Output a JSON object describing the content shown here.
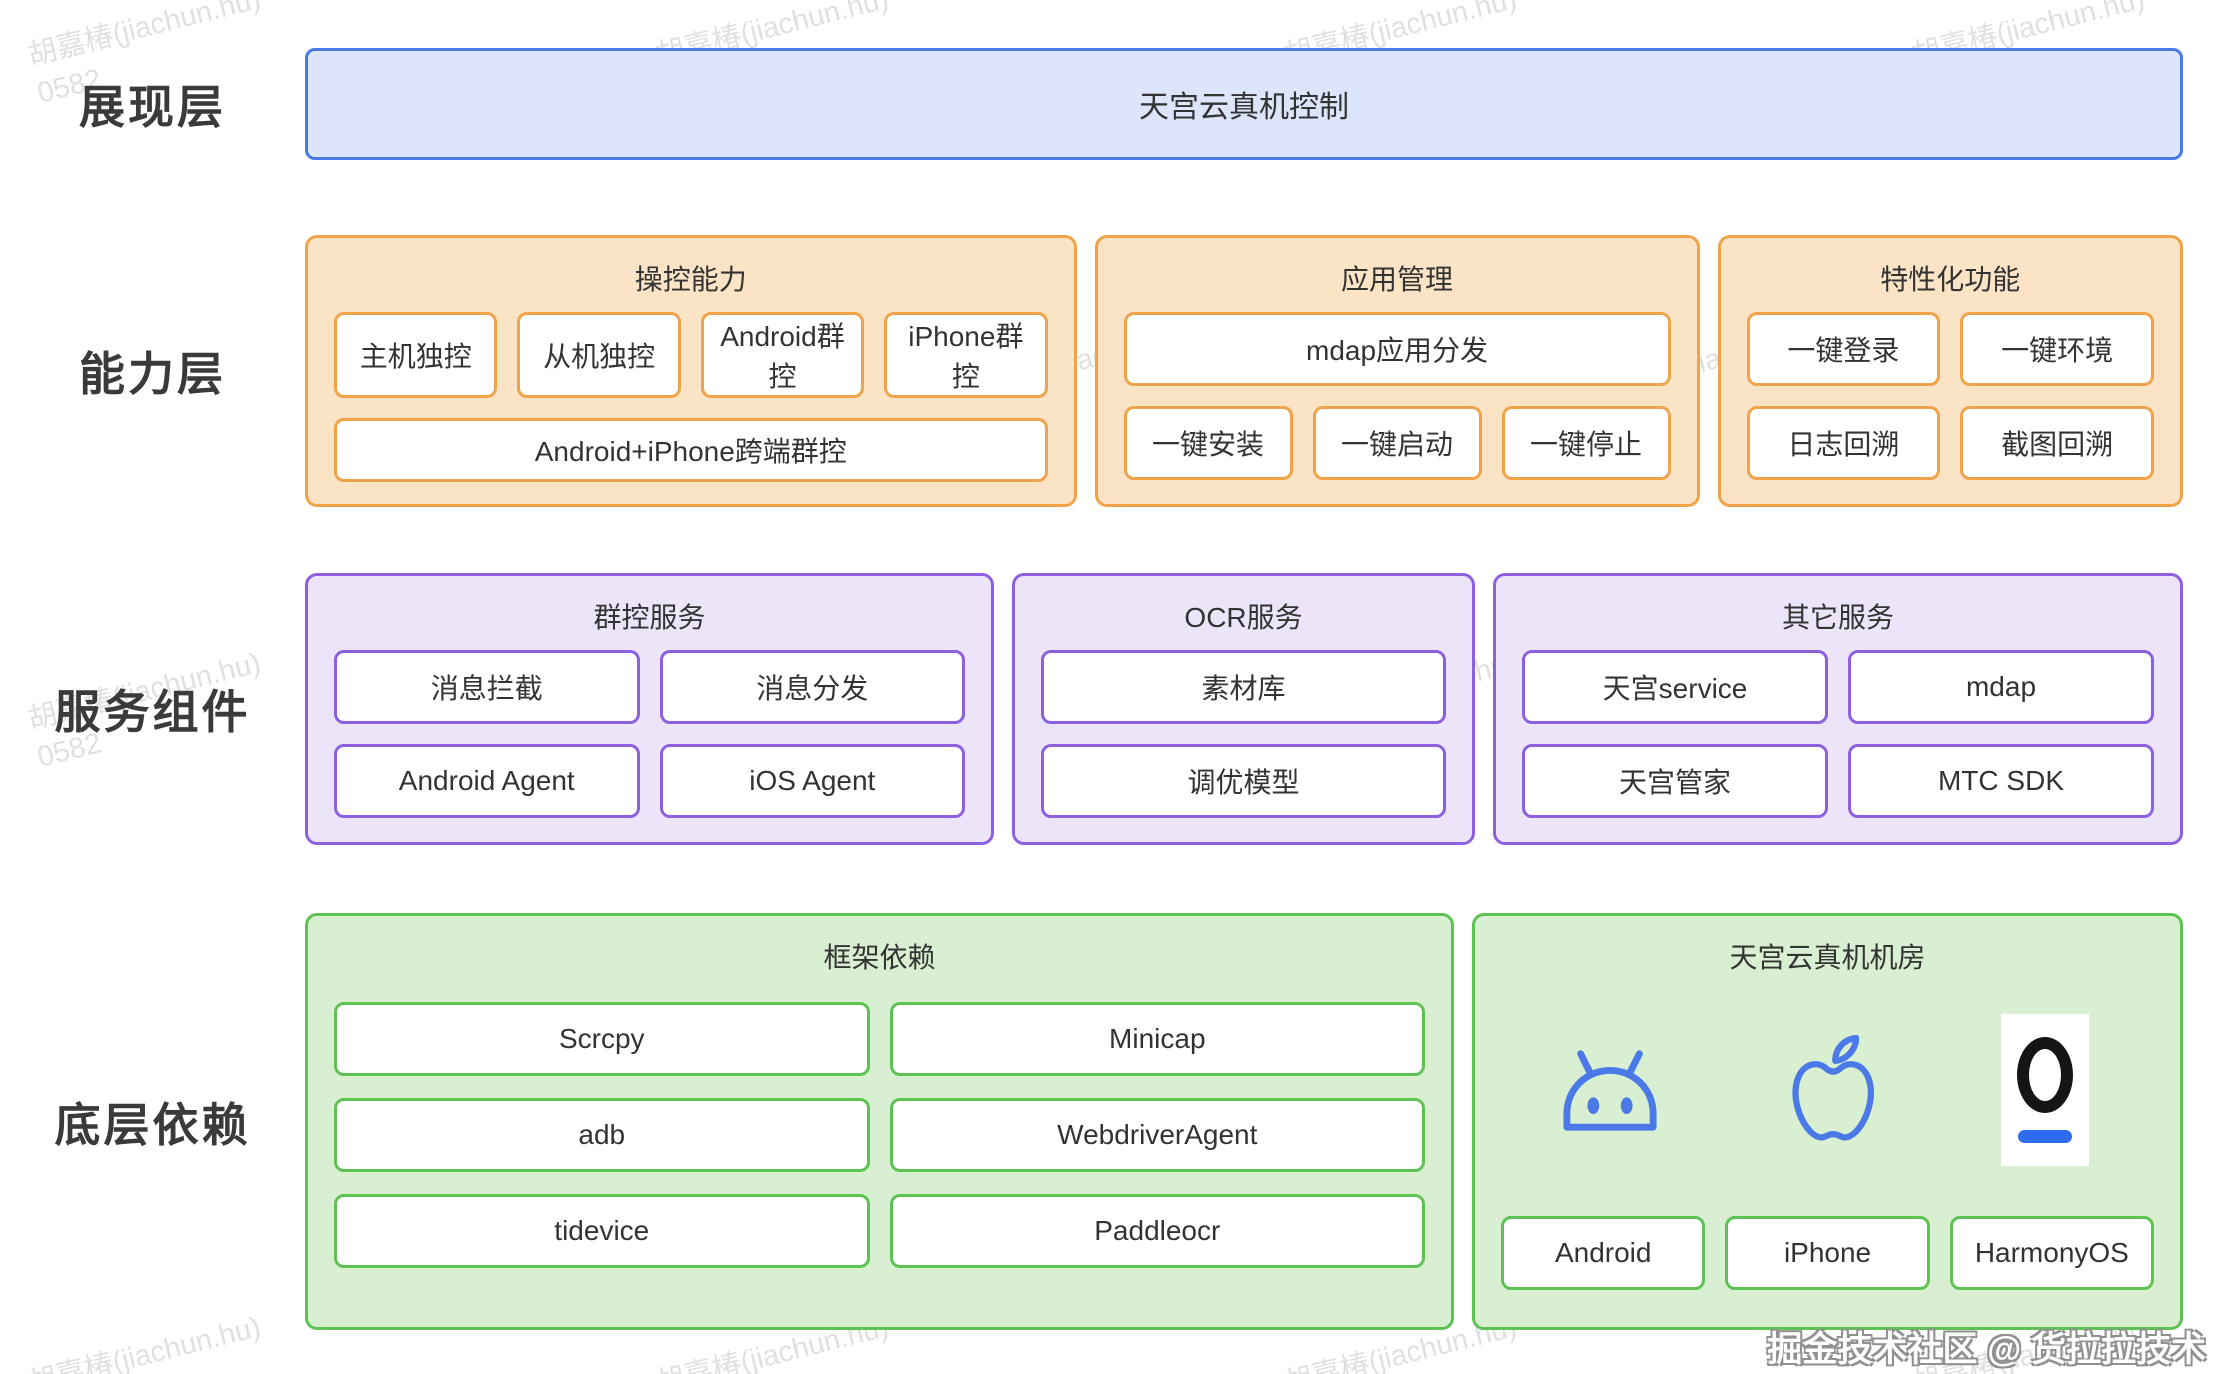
{
  "watermark": {
    "line1": "胡嘉椿(jiachun.hu)",
    "line2": "0582"
  },
  "credit": "掘金技术社区 @ 货拉拉技术",
  "colors": {
    "blue_border": "#4a79e8",
    "blue_fill": "#dce5f9",
    "orange_border": "#f0a348",
    "orange_fill": "#fbe3c5",
    "purple_border": "#8d60e0",
    "purple_fill": "#ece4f9",
    "green_border": "#5ec253",
    "green_fill": "#d8efd1",
    "icon_blue": "#4b79e8",
    "harmony_ring": "#151515",
    "harmony_bar": "#2e6bee"
  },
  "presentation": {
    "label": "展现层",
    "box": "天宫云真机控制"
  },
  "capability": {
    "label": "能力层",
    "groups": [
      {
        "title": "操控能力",
        "row1": [
          "主机独控",
          "从机独控",
          "Android群控",
          "iPhone群控"
        ],
        "row2": [
          "Android+iPhone跨端群控"
        ]
      },
      {
        "title": "应用管理",
        "row1": [
          "mdap应用分发"
        ],
        "row2": [
          "一键安装",
          "一键启动",
          "一键停止"
        ]
      },
      {
        "title": "特性化功能",
        "row1": [
          "一键登录",
          "一键环境"
        ],
        "row2": [
          "日志回溯",
          "截图回溯"
        ]
      }
    ]
  },
  "services": {
    "label": "服务组件",
    "groups": [
      {
        "title": "群控服务",
        "row1": [
          "消息拦截",
          "消息分发"
        ],
        "row2": [
          "Android Agent",
          "iOS Agent"
        ]
      },
      {
        "title": "OCR服务",
        "row1": [
          "素材库"
        ],
        "row2": [
          "调优模型"
        ]
      },
      {
        "title": "其它服务",
        "row1": [
          "天宫service",
          "mdap"
        ],
        "row2": [
          "天宫管家",
          "MTC SDK"
        ]
      }
    ]
  },
  "foundation": {
    "label": "底层依赖",
    "framework": {
      "title": "框架依赖",
      "rows": [
        [
          "Scrcpy",
          "Minicap"
        ],
        [
          "adb",
          "WebdriverAgent"
        ],
        [
          "tidevice",
          "Paddleocr"
        ]
      ]
    },
    "machine_room": {
      "title": "天宫云真机机房",
      "icons": [
        "android-icon",
        "apple-icon",
        "harmonyos-icon"
      ],
      "items": [
        "Android",
        "iPhone",
        "HarmonyOS"
      ]
    }
  }
}
